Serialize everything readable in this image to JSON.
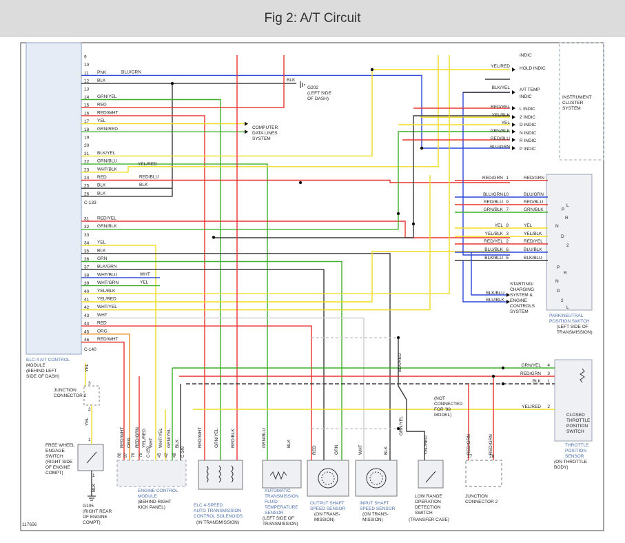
{
  "title": "Fig 2: A/T Circuit",
  "figure_id": "117656",
  "colors": {
    "RED": "#e8322e",
    "PNK": "#e8322e",
    "BLU": "#2a46d8",
    "BLK": "#3a3a3a",
    "YEL": "#f0dc1e",
    "GRN": "#3fae2a",
    "ORG": "#f08c1e",
    "WHT": "#cccccc",
    "label": "#4a6fb0",
    "muted": "#9aa5b8"
  },
  "module": {
    "pin_numbers": [
      "9",
      "10",
      "11",
      "12",
      "13",
      "14",
      "15",
      "16",
      "17",
      "18",
      "19",
      "20",
      "21",
      "22",
      "23",
      "24",
      "25",
      "26",
      "31",
      "32",
      "33",
      "34",
      "35",
      "36",
      "37",
      "38",
      "39",
      "40",
      "41",
      "42",
      "43",
      "44",
      "45",
      "46"
    ],
    "pin_labels": [
      "",
      "",
      "PNK",
      "BLK",
      "",
      "GRN/YEL",
      "RED",
      "RED/WHT",
      "YEL",
      "GRN/RED",
      "",
      "",
      "BLK/YEL",
      "GRN/BLU",
      "WHT/BLK",
      "RED",
      "BLK",
      "BLK",
      "RED/YEL",
      "GRN/BLK",
      "",
      "YEL",
      "BLK",
      "GRN",
      "BLK/GRN",
      "WHT/BLU",
      "WHT/GRN",
      "YEL/BLK",
      "YEL/RED",
      "WHT/YEL",
      "WHT",
      "RED",
      "ORG",
      "RED/WHT"
    ],
    "connectors": [
      "C-133",
      "C-140"
    ],
    "name": "ELC-4 A/T CONTROL",
    "desc": [
      "MODULE",
      "(BEHIND LEFT",
      "SIDE OF DASH)"
    ]
  },
  "splice_labels": [
    "BLU/GRN",
    "YEL/RED",
    "RED/BLU",
    "BLK",
    "WHT",
    "YEL"
  ],
  "g202": [
    "BLK",
    "G202",
    "(LEFT SIDE",
    "OF DASH)"
  ],
  "computer_data_lines": [
    "COMPUTER",
    "DATA LINES",
    "SYSTEM"
  ],
  "indicators": {
    "items": [
      {
        "wire": "",
        "label": "INDIC"
      },
      {
        "wire": "YEL/RED",
        "label": "HOLD INDIC"
      },
      {
        "wire": "BLK/YEL",
        "label": "A/T TEMP"
      },
      {
        "wire": "",
        "label": "INDIC"
      },
      {
        "wire": "RED/YEL",
        "label": "L INDIC"
      },
      {
        "wire": "YEL/BLK",
        "label": "2 INDIC"
      },
      {
        "wire": "YEL",
        "label": "D INDIC"
      },
      {
        "wire": "GRN/BLK",
        "label": "N INDIC"
      },
      {
        "wire": "RED/BLU",
        "label": "R INDIC"
      },
      {
        "wire": "BLU/GRN",
        "label": "P INDIC"
      }
    ],
    "cluster": [
      "INSTRUMENT",
      "CLUSTER",
      "SYSTEM"
    ]
  },
  "park_neutral_switch": {
    "rows": [
      {
        "left": "RED/GRN",
        "pin": "1",
        "right": "RED/GRN"
      },
      {
        "left": "BLU/GRN",
        "pin": "10",
        "right": "BLU/GRN"
      },
      {
        "left": "RED/BLU",
        "pin": "9",
        "right": "RED/BLU"
      },
      {
        "left": "GRN/BLK",
        "pin": "7",
        "right": "GRN/BLK"
      },
      {
        "left": "YEL",
        "pin": "8",
        "right": "YEL"
      },
      {
        "left": "YEL/BLK",
        "pin": "3",
        "right": "YEL/BLK"
      },
      {
        "left": "RED/YEL",
        "pin": "2",
        "right": "RED/YEL"
      },
      {
        "left": "BLU/BLK",
        "pin": "6",
        "right": "BLU/BLK"
      },
      {
        "left": "BLK/BLU",
        "pin": "5",
        "right": "BLK/BLU"
      }
    ],
    "switch_letters": [
      "P",
      "R",
      "N",
      "D",
      "2",
      "L"
    ],
    "switch_letters_lower": [
      "P",
      "R",
      "N",
      "D",
      "2",
      "L"
    ],
    "name": [
      "PARK/NEUTRAL",
      "POSITION SWITCH"
    ],
    "desc": [
      "(LEFT SIDE OF",
      "TRANSMISSION)"
    ]
  },
  "starting_charging": {
    "wires": [
      "BLK/BLU",
      "BLU/BLK"
    ],
    "label": [
      "STARTING/",
      "CHARGING",
      "SYSTEM &",
      "ENGINE",
      "CONTROLS",
      "SYSTEM"
    ]
  },
  "throttle": {
    "rows": [
      {
        "wire": "GRN/YEL",
        "pin": "4"
      },
      {
        "wire": "RED/GRN",
        "pin": "3"
      },
      {
        "wire": "BLK",
        "pin": "1"
      },
      {
        "wire": "YEL/RED",
        "pin": "2"
      }
    ],
    "box_label": [
      "CLOSED",
      "THROTTLE",
      "POSITION",
      "SWITCH"
    ],
    "name": [
      "THROTTLE",
      "POSITION",
      "SENSOR"
    ],
    "desc": [
      "(ON THROTTLE",
      "BODY)"
    ]
  },
  "not_connected": [
    "(NOT",
    "CONNECTED",
    "FOR '98",
    "MODEL)"
  ],
  "junction2": {
    "name": [
      "JUNCTION",
      "CONNECTOR 2"
    ],
    "pins": [
      "3",
      "2",
      "1"
    ],
    "wire": "YEL"
  },
  "free_wheel": {
    "name": [
      "FREE WHEEL",
      "ENGAGE",
      "SWITCH"
    ],
    "desc": [
      "(RIGHT SIDE",
      "OF ENGINE",
      "COMPT)"
    ],
    "pins": [
      "2",
      "1"
    ],
    "wire_top": "YEL",
    "wire_bottom": "BLK"
  },
  "ground_g105": [
    "G105",
    "(RIGHT REAR",
    "OF ENGINE",
    "COMPT)"
  ],
  "ecm": {
    "wires": [
      "RED/WHT",
      "ORG",
      "RED/GRN",
      "YEL/RED",
      "WHT",
      "WHT/YEL",
      "GRN/YEL",
      "BLK"
    ],
    "pins": [
      "86",
      "87",
      "78",
      "79",
      "C-159",
      "45",
      "42",
      "48",
      "C-149"
    ],
    "name": [
      "ENGINE CONTROL",
      "MODULE"
    ],
    "desc": [
      "(BEHIND RIGHT",
      "KICK PANEL)"
    ]
  },
  "solenoids": {
    "wires": [
      "RED/WHT",
      "GRN/YEL",
      "RED/BLK"
    ],
    "name": [
      "ELC 4-SPEED",
      "AUTO TRANSMISSION",
      "CONTROL SOLENOIDS"
    ],
    "desc": [
      "(IN TRANSMISSION)"
    ]
  },
  "fluid_temp": {
    "wires": [
      "GRN/BLU",
      "BLK"
    ],
    "name": [
      "AUTOMATIC",
      "TRANSMISSION",
      "FLUID",
      "TEMPERATURE",
      "SENSOR"
    ],
    "desc": [
      "(LEFT SIDE OF",
      "TRANSMISSION)"
    ]
  },
  "output_speed": {
    "wires": [
      "RED",
      "GRN"
    ],
    "name": [
      "OUTPUT SHAFT",
      "SPEED SENSOR"
    ],
    "desc": [
      "(ON TRANS-",
      "MISSION)"
    ]
  },
  "input_speed": {
    "wires": [
      "WHT",
      "BLK"
    ],
    "name": [
      "INPUT SHAFT",
      "SPEED SENSOR"
    ],
    "desc": [
      "(ON TRANS-",
      "MISSION)"
    ]
  },
  "low_range": {
    "wires": [
      "YEL/RED"
    ],
    "name": [
      "LOW RANGE",
      "OPERATION",
      "DETECTION",
      "SWITCH"
    ],
    "desc": [
      "(TRANSFER CASE)"
    ]
  },
  "junction_right": {
    "wires": [
      "RED/GRN",
      "RED/GRN"
    ],
    "pins": [
      "27",
      "28"
    ],
    "name": [
      "JUNCTION",
      "CONNECTOR 2"
    ]
  },
  "mid_labels": {
    "blk_red": "BLK/RED",
    "grn_yel": "GRN/YEL"
  }
}
